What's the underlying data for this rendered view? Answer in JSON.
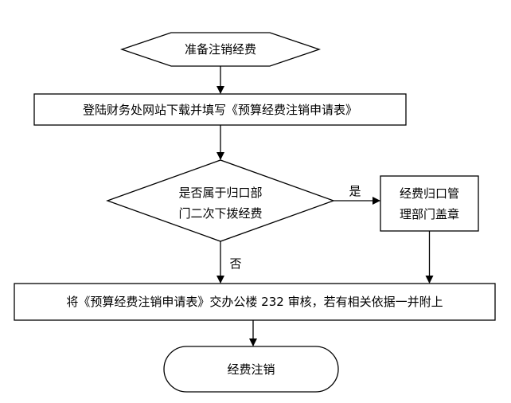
{
  "diagram": {
    "nodes": {
      "start": {
        "label": "准备注销经费"
      },
      "download": {
        "label": "登陆财务处网站下载并填写《预算经费注销申请表》"
      },
      "decision": {
        "line1": "是否属于归口部",
        "line2": "门二次下拨经费"
      },
      "stamp": {
        "line1": "经费归口管",
        "line2": "理部门盖章"
      },
      "submit": {
        "label": "将《预算经费注销申请表》交办公楼 232 审核，若有相关依据一并附上"
      },
      "end": {
        "label": "经费注销"
      }
    },
    "edges": {
      "yes_label": "是",
      "no_label": "否"
    }
  }
}
